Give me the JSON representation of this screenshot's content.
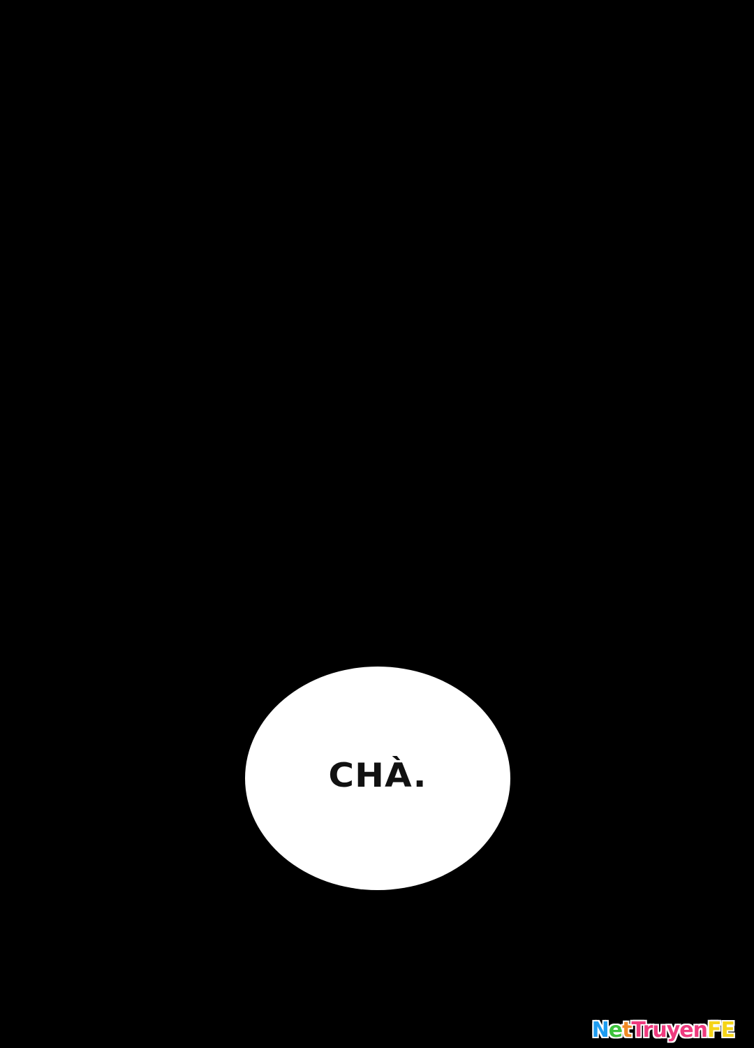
{
  "panel": {
    "speech_bubble_text": "CHÀ."
  },
  "watermark": {
    "parts": [
      {
        "text": "N",
        "color": "#1e9cf0"
      },
      {
        "text": "e",
        "color": "#3cc23c"
      },
      {
        "text": "t",
        "color": "#f08a24"
      },
      {
        "text": "Truyen",
        "color": "#ee3a7e"
      },
      {
        "text": "FE",
        "color": "#f5d418"
      }
    ]
  },
  "colors": {
    "background": "#000000",
    "bubble": "#ffffff"
  }
}
